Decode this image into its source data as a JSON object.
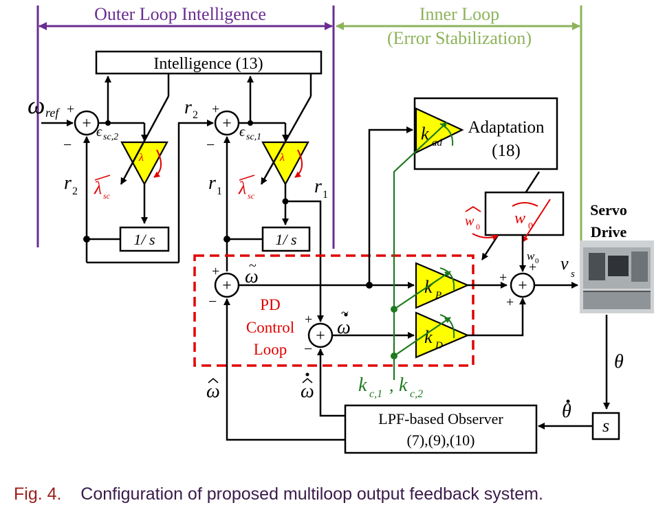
{
  "title_outer": "Outer Loop Intelligence",
  "title_inner_1": "Inner Loop",
  "title_inner_2": "(Error Stabilization)",
  "intelligence_block": "Intelligence (13)",
  "adaptation_block_1": "Adaptation",
  "adaptation_block_2": "(18)",
  "integrator_1": "1/ s",
  "integrator_2": "1/ s",
  "observer_block_1": "LPF-based Observer",
  "observer_block_2": "(7),(9),(10)",
  "derivative_block": "s",
  "pd_label": [
    "PD",
    "Control",
    "Loop"
  ],
  "servo_label": [
    "Servo",
    "Drive"
  ],
  "signals": {
    "omega_ref": "ω",
    "omega_ref_sub": "ref",
    "eps_sc2_base": "ϵ",
    "eps_sc2_sub": "sc,2",
    "eps_sc1_base": "ϵ",
    "eps_sc1_sub": "sc,1",
    "r2": "r",
    "r2_sub": "2",
    "r1": "r",
    "r1_sub": "1",
    "lambda_sc": "λ",
    "lambda_sc_sub": "sc",
    "omega_tilde": "ω",
    "omega_tilde_dot": "ω",
    "omega_hat": "ω",
    "omega_hat_dot": "ω",
    "k_ad": "k",
    "k_ad_sub": "ad",
    "k_p": "k",
    "k_p_sub": "P",
    "k_d": "k",
    "k_d_sub": "D",
    "kc": "k",
    "kc1_sub": "c,1",
    "kc2_sub": "c,2",
    "w0": "w",
    "w0_sub": "0",
    "vs": "v",
    "vs_sub": "s",
    "theta": "θ",
    "theta_dot": "θ"
  },
  "caption_num": "Fig. 4.",
  "caption_text": "Configuration of proposed multiloop output feedback system.",
  "colors": {
    "outer": "#6a2c91",
    "inner": "#8db35a",
    "gain_fill": "#ffff00",
    "param": "#1f7a1f",
    "red": "#e00000",
    "pd_box": "#e00000"
  }
}
